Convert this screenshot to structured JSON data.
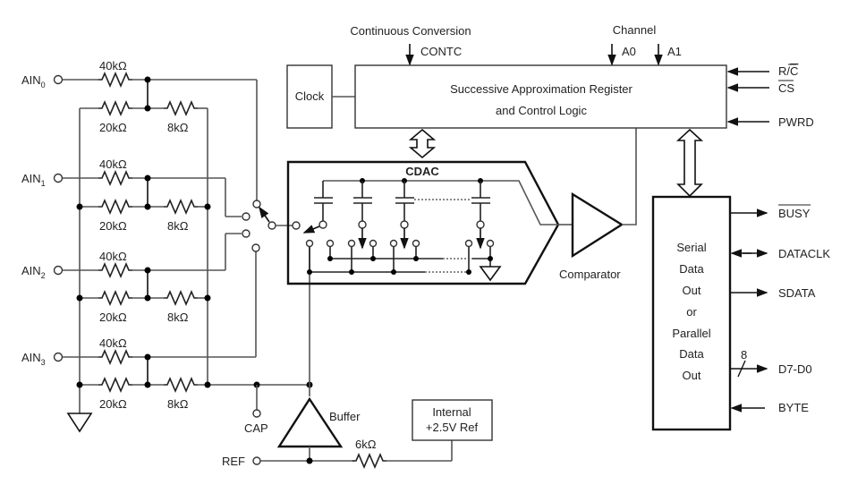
{
  "diagram": {
    "inputs": [
      {
        "name": "AIN",
        "sub": "0"
      },
      {
        "name": "AIN",
        "sub": "1"
      },
      {
        "name": "AIN",
        "sub": "2"
      },
      {
        "name": "AIN",
        "sub": "3"
      }
    ],
    "resistors": {
      "r40": "40kΩ",
      "r20": "20kΩ",
      "r8": "8kΩ",
      "r6": "6kΩ"
    },
    "top_labels": {
      "continuous": "Continuous Conversion",
      "contc": "CONTC",
      "channel": "Channel",
      "a0": "A0",
      "a1": "A1"
    },
    "blocks": {
      "clock": "Clock",
      "sar_line1": "Successive Approximation Register",
      "sar_line2": "and Control Logic",
      "cdac": "CDAC",
      "comparator": "Comparator",
      "buffer": "Buffer",
      "ref_line1": "Internal",
      "ref_line2": "+2.5V Ref",
      "out_lines": [
        "Serial",
        "Data",
        "Out",
        "or",
        "Parallel",
        "Data",
        "Out"
      ]
    },
    "pins_right": {
      "rc_r": "R/",
      "rc_c": "C",
      "cs": "CS",
      "pwrd": "PWRD",
      "busy": "BUSY",
      "dataclk": "DATACLK",
      "sdata": "SDATA",
      "d7d0": "D7-D0",
      "bus_width": "8",
      "byte": "BYTE"
    },
    "pins_bottom": {
      "cap": "CAP",
      "ref": "REF"
    }
  }
}
